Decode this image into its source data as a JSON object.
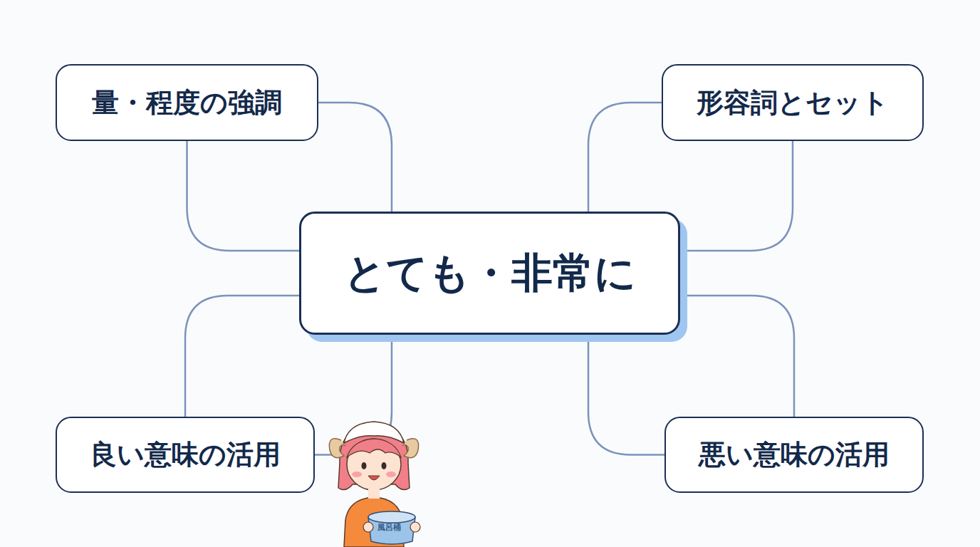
{
  "diagram": {
    "nodes": [
      {
        "text": [
          "量・程度の強調"
        ]
      },
      {
        "text": [
          "形容詞とセット"
        ]
      },
      {
        "text": [
          "とても・非常に"
        ]
      },
      {
        "text": [
          "良い意味の活用"
        ]
      },
      {
        "text": [
          "悪い意味の活用"
        ]
      }
    ],
    "edges": [
      {
        "from": 0,
        "to": 2,
        "arrow": "none"
      },
      {
        "from": 0,
        "to": 2,
        "arrow": "none"
      },
      {
        "from": 1,
        "to": 2,
        "arrow": "none"
      },
      {
        "from": 1,
        "to": 2,
        "arrow": "none"
      },
      {
        "from": 3,
        "to": 2,
        "arrow": "none"
      },
      {
        "from": 3,
        "to": 2,
        "arrow": "none"
      },
      {
        "from": 4,
        "to": 2,
        "arrow": "none"
      },
      {
        "from": 4,
        "to": 2,
        "arrow": "none"
      }
    ],
    "labels": [
      "風呂桶"
    ]
  }
}
